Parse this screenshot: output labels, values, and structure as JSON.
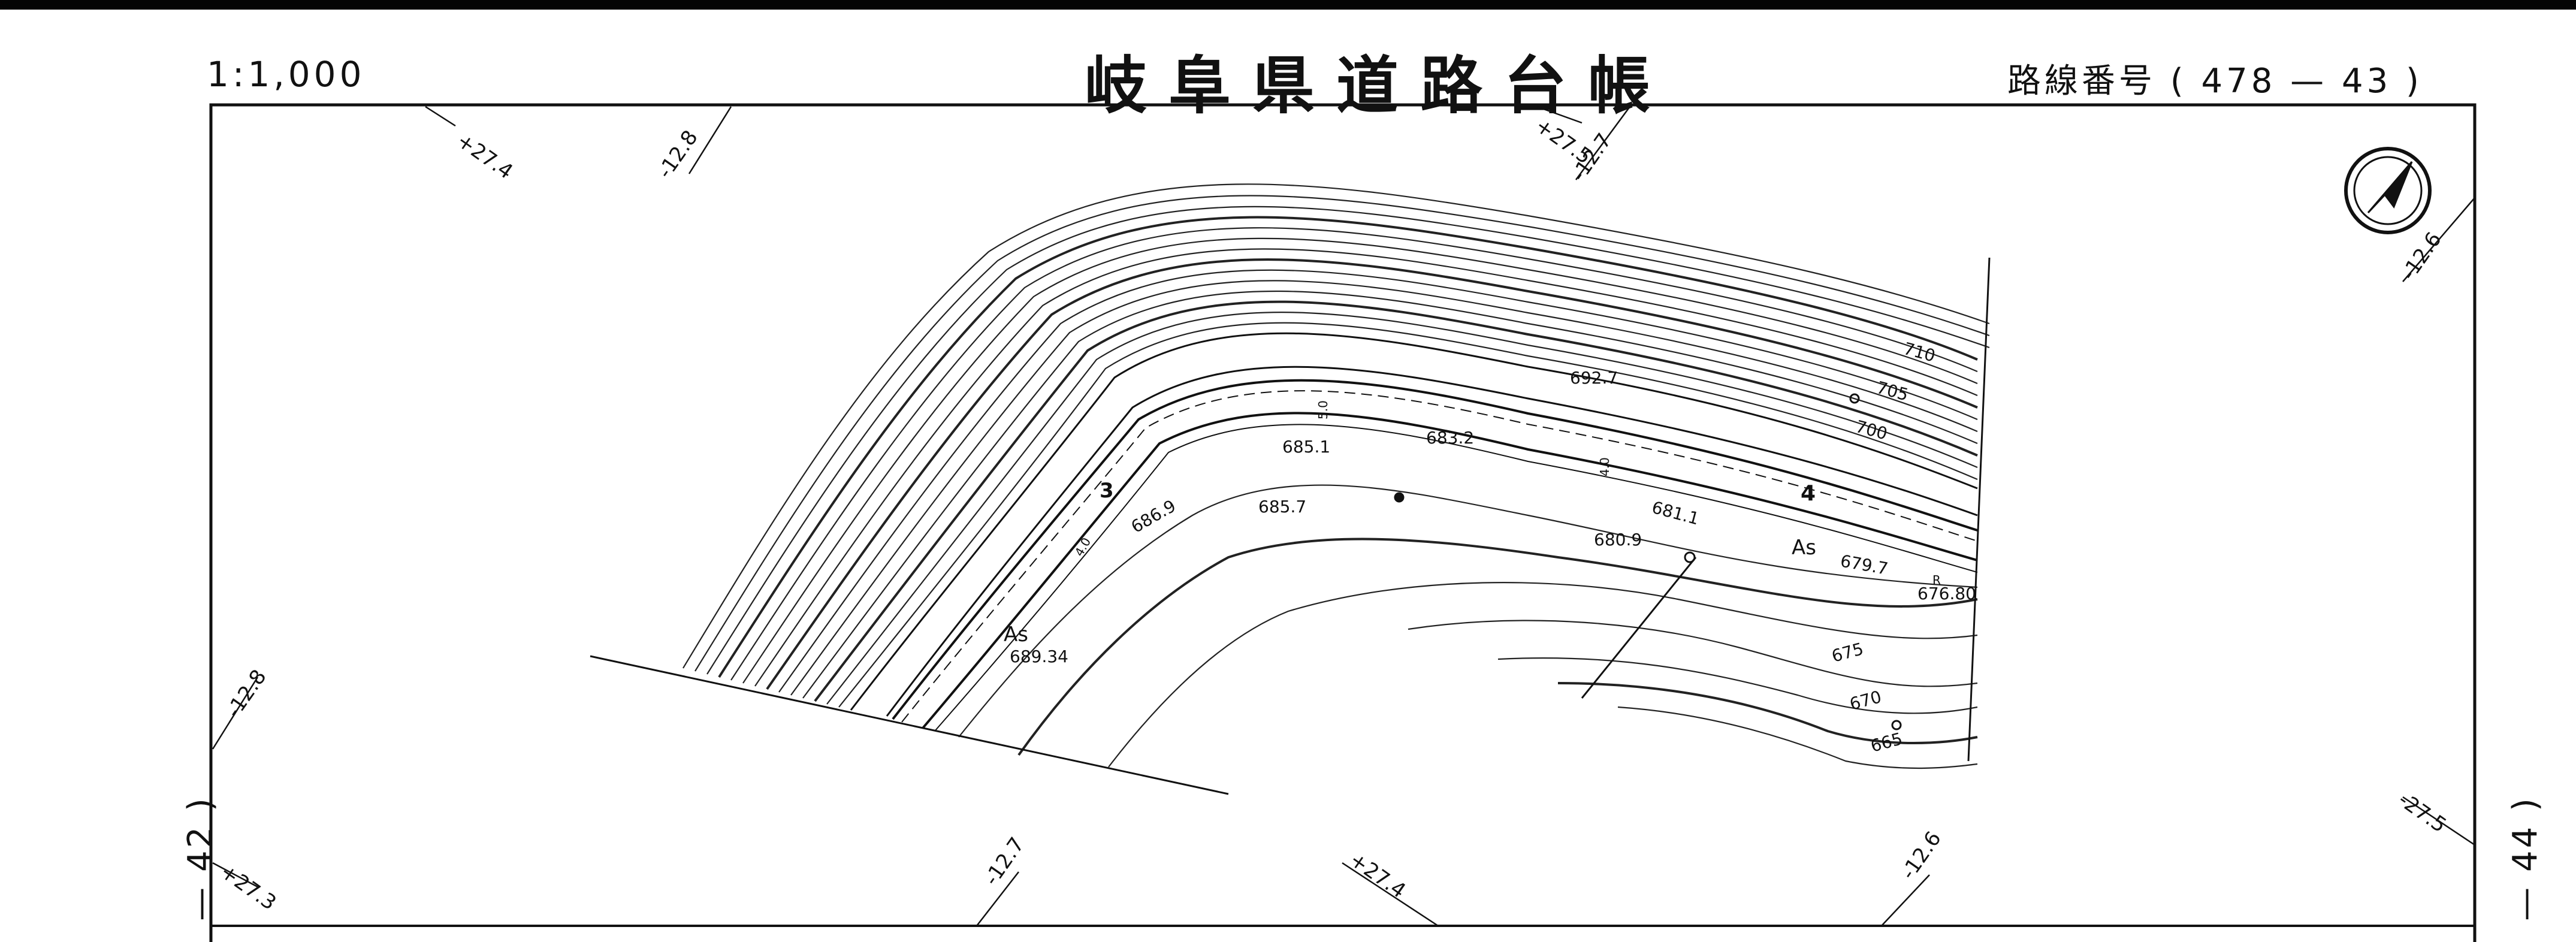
{
  "header": {
    "scale": "1:1,000",
    "title": "岐阜県道路台帳",
    "route_label": "路線番号",
    "route_number": "( 478 — 43 )"
  },
  "sheet_refs": {
    "left": "— 42 )",
    "right": "— 44 )"
  },
  "grid_labels": [
    "+27.4",
    "-12.8",
    "+27.5",
    "-12.7",
    "-12.6",
    "-12.8",
    "+27.3",
    "-12.7",
    "+27.4",
    "-12.6",
    "-27.5"
  ],
  "contour_labels": [
    "710",
    "705",
    "700",
    "675",
    "670",
    "665"
  ],
  "spot_elevations": [
    "692.7",
    "685.1",
    "683.2",
    "685.7",
    "686.9",
    "681.1",
    "680.9",
    "679.7",
    "676.80",
    "689.34"
  ],
  "surface_labels": [
    "As",
    "As"
  ],
  "section_numbers": [
    "3",
    "4"
  ],
  "small_marks": [
    "5.0",
    "4.0",
    "4.0",
    "R"
  ],
  "colors": {
    "ink": "#111111",
    "background": "#ffffff"
  }
}
